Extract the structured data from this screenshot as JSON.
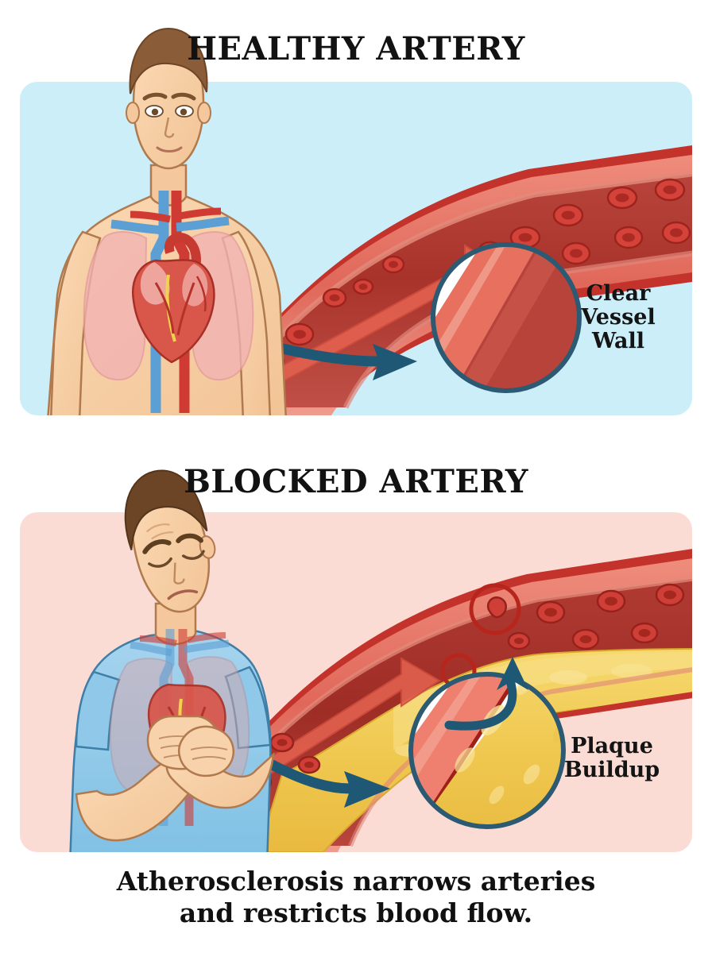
{
  "infographic": {
    "caption_line1": "Atherosclerosis narrows arteries",
    "caption_line2": "and restricts blood flow."
  },
  "panels": [
    {
      "id": "healthy",
      "title": "HEALTHY ARTERY",
      "background_color": "#cbeef8",
      "callout": {
        "line1": "Clear",
        "line2": "Vessel",
        "line3": "Wall"
      },
      "figure_description": "healthy man torso with heart and lungs",
      "vessel": {
        "wall_color": "#e8705f",
        "lumen_color": "#b43a32",
        "outline_color": "#8f1f1a",
        "blood_cell_color": "#d4423a",
        "flow_arrow_color": "#e2604f",
        "plaque_color": null
      },
      "inset_border_color": "#2b5a72",
      "pointer_arrow_color": "#1f5874"
    },
    {
      "id": "blocked",
      "title": "BLOCKED ARTERY",
      "background_color": "#fbdcd5",
      "callout": {
        "line1": "Plaque",
        "line2": "Buildup",
        "line3": ""
      },
      "figure_description": "man in blue shirt clutching chest in pain",
      "vessel": {
        "wall_color": "#e8705f",
        "lumen_color": "#a8352e",
        "outline_color": "#8f1f1a",
        "blood_cell_color": "#cf3f38",
        "flow_arrow_color": "#e2604f",
        "plaque_color": "#f3cf5e"
      },
      "inset_border_color": "#2b5a72",
      "pointer_arrow_color": "#1f5874",
      "marker_circle_color": "#b8251d"
    }
  ],
  "icons": {
    "pointer_arrow": "arrow-right-curved-icon",
    "flow_arrow": "blood-flow-arrow-icon",
    "marker_circle": "circle-highlight-icon"
  }
}
